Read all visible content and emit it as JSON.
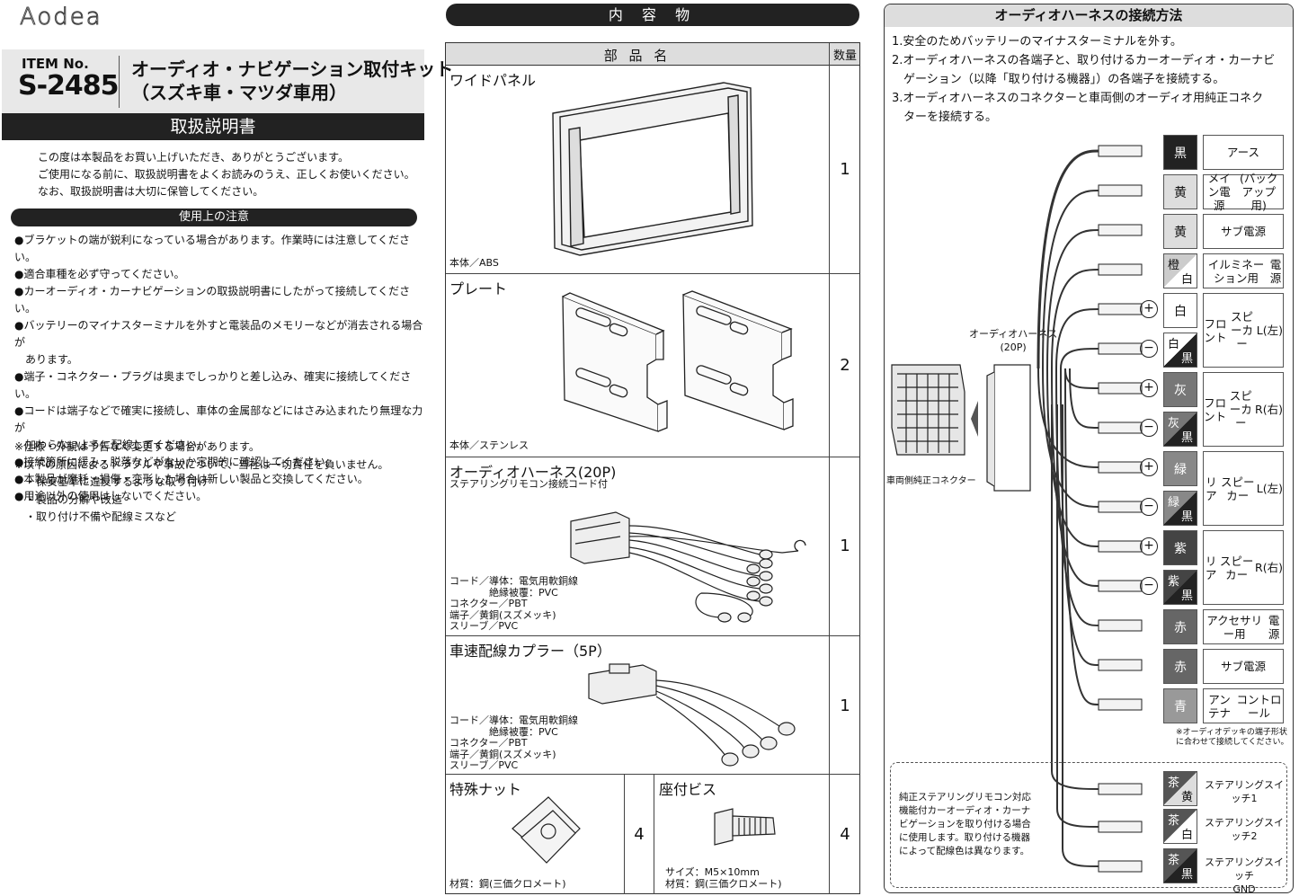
{
  "brand": "Aodea",
  "item": {
    "label": "ITEM No.",
    "number": "S-2485",
    "title_line1": "オーディオ・ナビゲーション取付キット",
    "title_line2": "（スズキ車・マツダ車用）",
    "manual": "取扱説明書"
  },
  "intro": [
    "この度は本製品をお買い上げいただき、ありがとうございます。",
    "ご使用になる前に、取扱説明書をよくお読みのうえ、正しくお使いください。",
    "なお、取扱説明書は大切に保管してください。"
  ],
  "cautions": {
    "heading": "使用上の注意",
    "items": [
      "●ブラケットの端が鋭利になっている場合があります。作業時には注意してください。",
      "●適合車種を必ず守ってください。",
      "●カーオーディオ・カーナビゲーションの取扱説明書にしたがって接続してください。",
      "●バッテリーのマイナスターミナルを外すと電装品のメモリーなどが消去される場合が",
      "　あります。",
      "●端子・コネクター・プラグは奥までしっかりと差し込み、確実に接続してください。",
      "●コードは端子などで確実に接続し、車体の金属部などにはさみ込まれたり無理な力が",
      "　加わらないように配線してください。",
      "●接続箇所に緩み・脱落などがないか定期的に確認してください。",
      "●本製品が摩耗・損傷・変形した場合は新しい製品と交換してください。",
      "●用途以外の使用はしないでください。"
    ]
  },
  "notes": [
    "※仕様・外観は予告なく変更する場合があります。",
    "※以下の原因によるトラブルや事故について、当社は一切責任を負いません。",
    "　・保安基準に違反するような取り付け",
    "　・製品の分解や改造",
    "　・取り付け不備や配線ミスなど"
  ],
  "contents": {
    "heading": "内 容 物",
    "col_name": "部 品 名",
    "col_qty": "数量",
    "parts": [
      {
        "name": "ワイドパネル",
        "sub": "",
        "material": [
          "本体／ABS"
        ],
        "qty": "1"
      },
      {
        "name": "プレート",
        "sub": "",
        "material": [
          "本体／ステンレス"
        ],
        "qty": "2"
      },
      {
        "name": "オーディオハーネス(20P)",
        "sub": "ステアリングリモコン接続コード付",
        "material": [
          "コード／導体：電気用軟銅線",
          "　　　　絶縁被覆：PVC",
          "コネクター／PBT",
          "端子／黄銅(スズメッキ)",
          "スリーブ／PVC"
        ],
        "qty": "1"
      },
      {
        "name": "車速配線カプラー（5P）",
        "sub": "",
        "material": [
          "コード／導体：電気用軟銅線",
          "　　　　絶縁被覆：PVC",
          "コネクター／PBT",
          "端子／黄銅(スズメッキ)",
          "スリーブ／PVC"
        ],
        "qty": "1"
      },
      {
        "name": "特殊ナット",
        "sub": "",
        "material": [
          "材質：鋼(三価クロメート)"
        ],
        "qty": "4"
      },
      {
        "name": "座付ビス",
        "sub": "",
        "material": [
          "サイズ：M5×10mm",
          "材質：鋼(三価クロメート)"
        ],
        "qty": "4"
      }
    ]
  },
  "harness": {
    "heading": "オーディオハーネスの接続方法",
    "steps": [
      "1.安全のためバッテリーのマイナスターミナルを外す。",
      "2.オーディオハーネスの各端子と、取り付けるカーオーディオ・カーナビ",
      "　ゲーション（以降「取り付ける機器」）の各端子を接続する。",
      "3.オーディオハーネスのコネクターと車両側のオーディオ用純正コネク",
      "　ターを接続する。"
    ],
    "harness_label": [
      "オーディオハーネス",
      "(20P)"
    ],
    "connector_label": "車両側純正コネクター",
    "wires": [
      {
        "color": "黒",
        "color2": "",
        "sign": "",
        "label": "アース"
      },
      {
        "color": "黄",
        "color2": "",
        "sign": "",
        "label": "メイン電源|(バックアップ用)"
      },
      {
        "color": "黄",
        "color2": "",
        "sign": "",
        "label": "サブ電源"
      },
      {
        "color": "橙",
        "color2": "白",
        "sign": "",
        "label": "イルミネーション用|電源"
      },
      {
        "color": "白",
        "color2": "",
        "sign": "+",
        "label": "フロント|スピーカー|L(左)"
      },
      {
        "color": "白",
        "color2": "黒",
        "sign": "−",
        "label": ""
      },
      {
        "color": "灰",
        "color2": "",
        "sign": "+",
        "label": "フロント|スピーカー|R(右)"
      },
      {
        "color": "灰",
        "color2": "黒",
        "sign": "−",
        "label": ""
      },
      {
        "color": "緑",
        "color2": "",
        "sign": "+",
        "label": "リア|スピーカー|L(左)"
      },
      {
        "color": "緑",
        "color2": "黒",
        "sign": "−",
        "label": ""
      },
      {
        "color": "紫",
        "color2": "",
        "sign": "+",
        "label": "リア|スピーカー|R(右)"
      },
      {
        "color": "紫",
        "color2": "黒",
        "sign": "−",
        "label": ""
      },
      {
        "color": "赤",
        "color2": "",
        "sign": "",
        "label": "アクセサリー用|電源"
      },
      {
        "color": "赤",
        "color2": "",
        "sign": "",
        "label": "サブ電源"
      },
      {
        "color": "青",
        "color2": "",
        "sign": "",
        "label": "アンテナ|コントロール"
      }
    ],
    "note": [
      "※オーディオデッキの端子形状",
      "に合わせて接続してください。"
    ],
    "steering_note": [
      "純正ステアリングリモコン対応",
      "機能付カーオーディオ・カーナ",
      "ビゲーションを取り付ける場合",
      "に使用します。取り付ける機器",
      "によって配線色は異なります。"
    ],
    "steering": [
      {
        "color": "茶",
        "color2": "黄",
        "label": "ステアリングスイッチ1"
      },
      {
        "color": "茶",
        "color2": "白",
        "label": "ステアリングスイッチ2"
      },
      {
        "color": "茶",
        "color2": "黒",
        "label": "ステアリングスイッチ|GND"
      }
    ]
  }
}
